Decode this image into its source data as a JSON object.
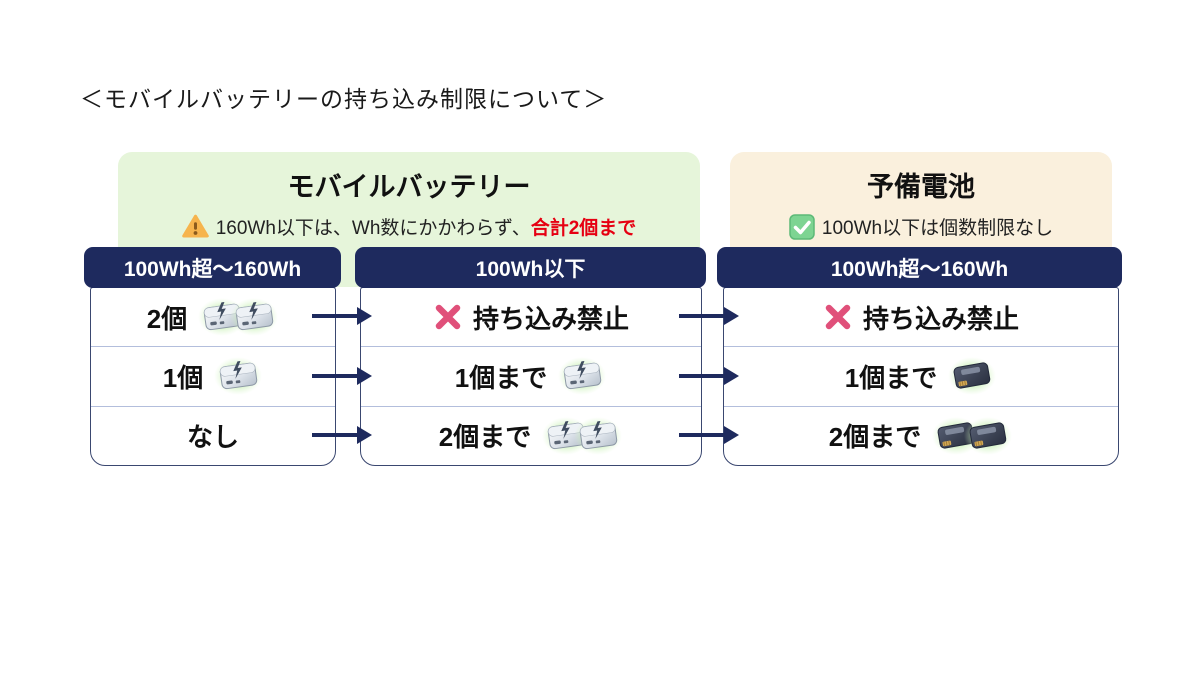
{
  "page": {
    "title": "＜モバイルバッテリーの持ち込み制限について＞"
  },
  "panels": {
    "mobile_battery": {
      "title": "モバイルバッテリー",
      "note_prefix": "160Wh以下は、Wh数にかかわらず、",
      "note_highlight": "合計2個まで",
      "note_icon": "warning-icon",
      "bg_color": "#e6f5da",
      "highlight_color": "#e60012"
    },
    "spare_battery": {
      "title": "予備電池",
      "note": "100Wh以下は個数制限なし",
      "note_icon": "check-icon",
      "bg_color": "#faf0dd"
    }
  },
  "table": {
    "header_bg_color": "#1e2a5e",
    "header_text_color": "#ffffff",
    "arrow_color": "#1e2a5e",
    "prohibit_x_color": "#e0507a",
    "columns": [
      {
        "header": "100Wh超～160Wh",
        "rows": [
          {
            "label": "2個",
            "icon": "powerbank-icon",
            "icon_count": 2,
            "icon_position": "after"
          },
          {
            "label": "1個",
            "icon": "powerbank-icon",
            "icon_count": 1,
            "icon_position": "after"
          },
          {
            "label": "なし",
            "icon": null,
            "icon_count": 0,
            "icon_position": "after"
          }
        ]
      },
      {
        "header": "100Wh以下",
        "rows": [
          {
            "label": "持ち込み禁止",
            "icon": "prohibited-x-icon",
            "icon_count": 1,
            "icon_position": "before"
          },
          {
            "label": "1個まで",
            "icon": "powerbank-icon",
            "icon_count": 1,
            "icon_position": "after"
          },
          {
            "label": "2個まで",
            "icon": "powerbank-icon",
            "icon_count": 2,
            "icon_position": "after"
          }
        ]
      },
      {
        "header": "100Wh超～160Wh",
        "rows": [
          {
            "label": "持ち込み禁止",
            "icon": "prohibited-x-icon",
            "icon_count": 1,
            "icon_position": "before"
          },
          {
            "label": "1個まで",
            "icon": "spare-battery-icon",
            "icon_count": 1,
            "icon_position": "after"
          },
          {
            "label": "2個まで",
            "icon": "spare-battery-icon",
            "icon_count": 2,
            "icon_position": "after"
          }
        ]
      }
    ]
  }
}
